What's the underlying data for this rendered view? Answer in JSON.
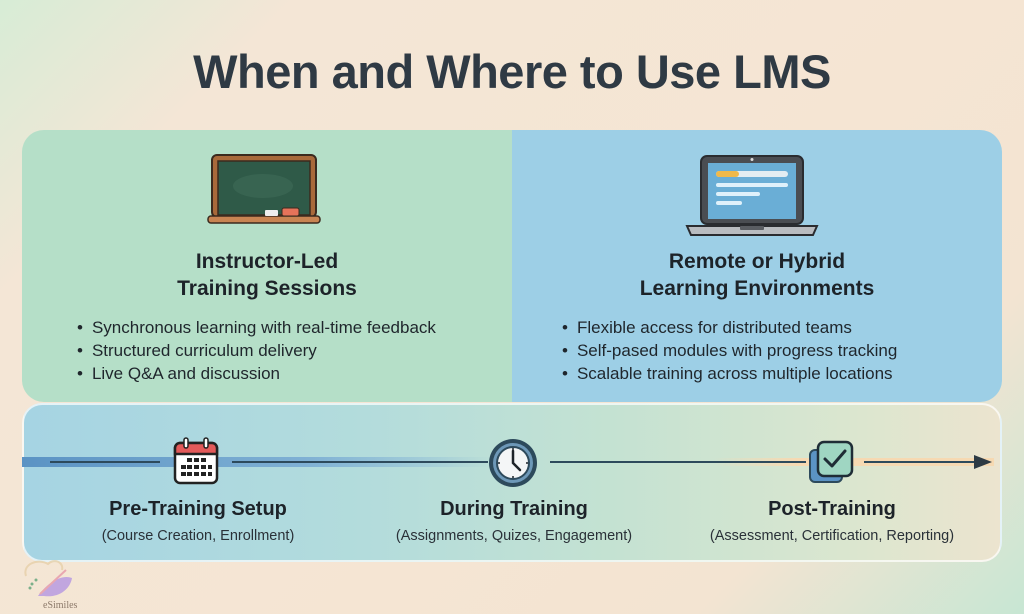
{
  "title": "When and Where to Use LMS",
  "cards": [
    {
      "id": "instructor-led",
      "icon": "chalkboard-icon",
      "title_line1": "Instructor-Led",
      "title_line2": "Training Sessions",
      "bullets": [
        "Synchronous learning with real-time feedback",
        "Structured curriculum delivery",
        "Live Q&A and discussion"
      ],
      "bg_color": "#b5dfc8"
    },
    {
      "id": "remote-hybrid",
      "icon": "laptop-icon",
      "title_line1": "Remote or Hybrid",
      "title_line2": "Learning Environments",
      "bullets": [
        "Flexible access for distributed teams",
        "Self-pased modules with progress tracking",
        "Scalable training across multiple locations"
      ],
      "bg_color": "#9dcfe6"
    }
  ],
  "timeline": {
    "stages": [
      {
        "icon": "calendar-icon",
        "title": "Pre-Training Setup",
        "subtitle": "(Course Creation, Enrollment)"
      },
      {
        "icon": "clock-icon",
        "title": "During Training",
        "subtitle": "(Assignments, Quizes, Engagement)"
      },
      {
        "icon": "checkmark-icon",
        "title": "Post-Training",
        "subtitle": "(Assessment, Certification, Reporting)"
      }
    ],
    "arrow_icon": "arrow-right-icon"
  },
  "watermark": {
    "text": "eSimiles"
  },
  "colors": {
    "title": "#2f3a44",
    "text": "#1d2329",
    "track_dark": "#2d4a5c",
    "track_blue": "#5b93c4"
  }
}
